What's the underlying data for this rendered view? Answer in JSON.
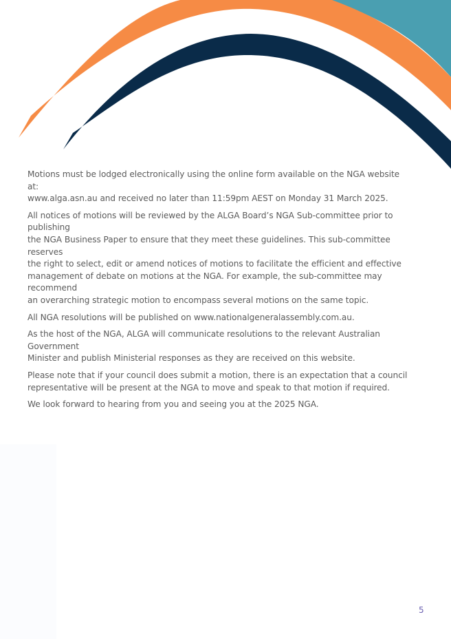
{
  "header_art": {
    "colors": {
      "orange": "#f68b45",
      "teal": "#4a9fb1",
      "navy": "#0a2b49"
    }
  },
  "body": {
    "paragraphs": [
      "Motions must be lodged electronically using the online form available on the NGA website at:\nwww.alga.asn.au and received no later than 11:59pm AEST on Monday 31 March 2025.",
      "All notices of motions will be reviewed by the ALGA Board’s NGA Sub-committee prior to publishing\nthe NGA Business Paper to ensure that they meet these guidelines. This sub-committee reserves\nthe right to select, edit or amend notices of motions to facilitate the efficient and effective\nmanagement of debate on motions at the NGA. For example, the sub-committee may recommend\nan overarching strategic motion to encompass several motions on the same topic.",
      "All NGA resolutions will be published on www.nationalgeneralassembly.com.au.",
      "As the host of the NGA, ALGA will communicate resolutions to the relevant Australian Government\nMinister and publish Ministerial responses as they are received on this website.",
      "Please note that if your council does submit a motion, there is an expectation that a council\nrepresentative will be present at the NGA to move and speak to that motion if required.",
      "We look forward to hearing from you and seeing you at the 2025 NGA."
    ]
  },
  "footer": {
    "page_number": "5"
  }
}
